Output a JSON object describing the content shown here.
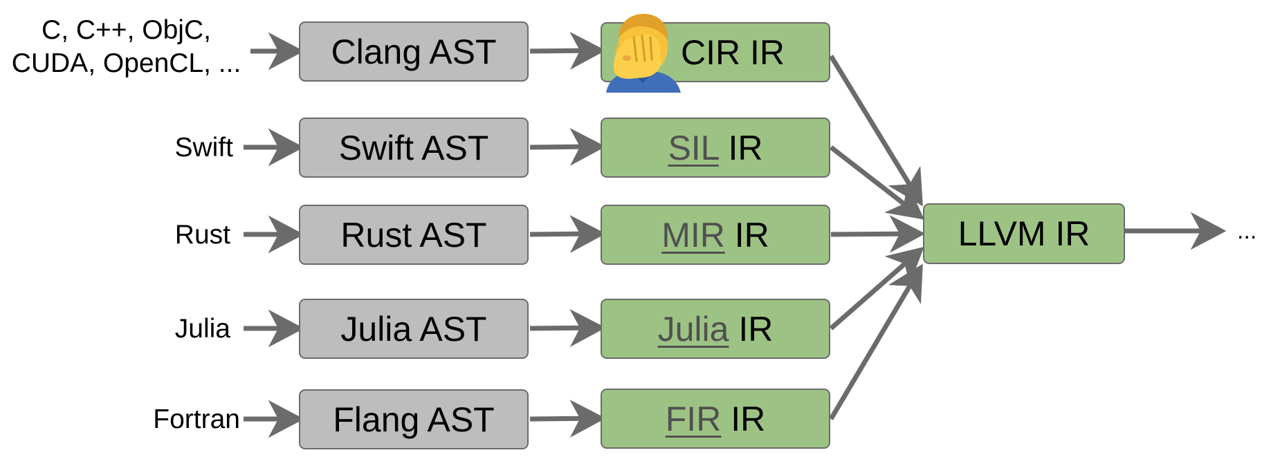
{
  "rows": [
    {
      "lang_lines": [
        "C, C++, ObjC,",
        "CUDA, OpenCL, ..."
      ],
      "ast": "Clang AST",
      "ir_link": "",
      "ir_text": "CIR IR"
    },
    {
      "lang_lines": [
        "Swift"
      ],
      "ast": "Swift AST",
      "ir_link": "SIL",
      "ir_text": " IR"
    },
    {
      "lang_lines": [
        "Rust"
      ],
      "ast": "Rust AST",
      "ir_link": "MIR",
      "ir_text": " IR"
    },
    {
      "lang_lines": [
        "Julia"
      ],
      "ast": "Julia AST",
      "ir_link": "Julia",
      "ir_text": " IR"
    },
    {
      "lang_lines": [
        "Fortran"
      ],
      "ast": "Flang AST",
      "ir_link": "FIR",
      "ir_text": " IR"
    }
  ],
  "target": "LLVM IR",
  "tail": "...",
  "colors": {
    "ast": "#bdbdbd",
    "ir": "#9dc384",
    "arrow": "#6b6b6b"
  },
  "decoration": {
    "emoji": "facepalm-person"
  }
}
